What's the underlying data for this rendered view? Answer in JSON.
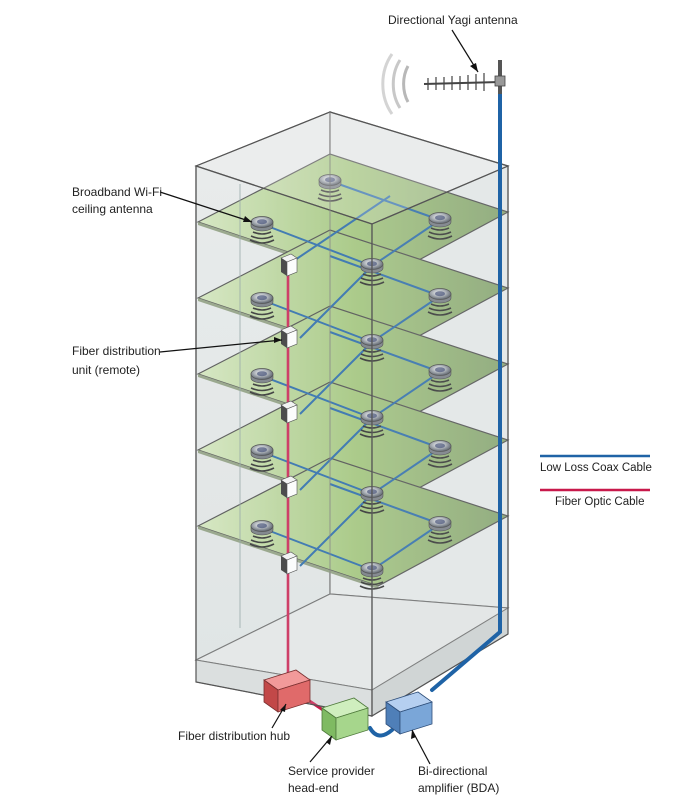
{
  "labels": {
    "yagi": "Directional Yagi antenna",
    "wifi_line1": "Broadband Wi-Fi",
    "wifi_line2": "ceiling antenna",
    "fdu_line1": "Fiber distribution",
    "fdu_line2": "unit (remote)",
    "hub": "Fiber distribution hub",
    "sp_line1": "Service provider",
    "sp_line2": "head-end",
    "bda_line1": "Bi-directional",
    "bda_line2": "amplifier (BDA)"
  },
  "legend": {
    "coax": "Low Loss Coax Cable",
    "fiber": "Fiber Optic Cable"
  },
  "colors": {
    "coax": "#1f63a6",
    "fiber": "#c8194b",
    "floor_light": "#cfe3b4",
    "floor_dark": "#7fae55",
    "hub": "#e06a6a",
    "service_provider": "#a6d68c",
    "bda": "#7aa6d8",
    "building_edge": "#555555"
  },
  "icons": {
    "ceiling_antenna": "ceiling-antenna-icon",
    "fiber_unit": "fiber-distribution-unit-icon",
    "yagi": "yagi-antenna-icon"
  }
}
